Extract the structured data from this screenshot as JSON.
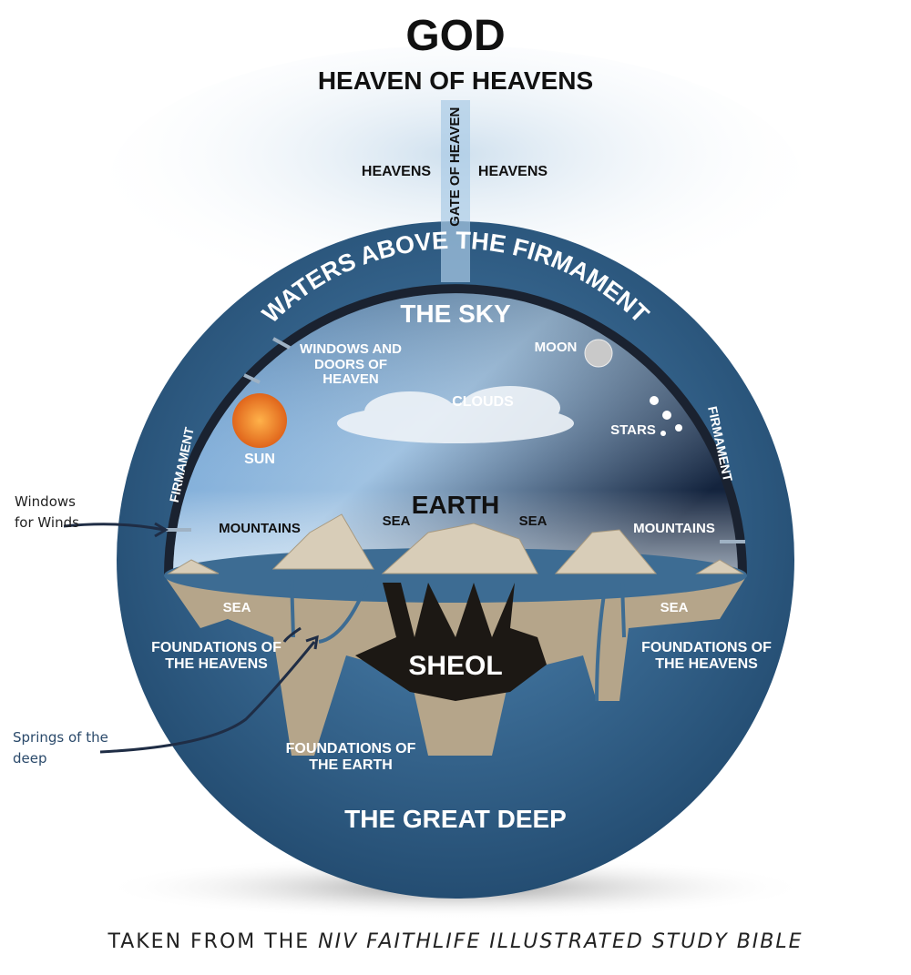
{
  "title": "GOD",
  "subtitle": "HEAVEN OF HEAVENS",
  "heavens_left": "HEAVENS",
  "heavens_right": "HEAVENS",
  "gate": "GATE OF HEAVEN",
  "waters_above": "WATERS ABOVE THE FIRMAMENT",
  "sky": "THE SKY",
  "windows_doors": "WINDOWS AND DOORS OF HEAVEN",
  "moon": "MOON",
  "clouds": "CLOUDS",
  "stars": "STARS",
  "firmament_left": "FIRMAMENT",
  "firmament_right": "FIRMAMENT",
  "sun": "SUN",
  "earth": "EARTH",
  "sea_left": "SEA",
  "sea_right": "SEA",
  "mountains_left": "MOUNTAINS",
  "mountains_right": "MOUNTAINS",
  "sea_outer_left": "SEA",
  "sea_outer_right": "SEA",
  "foundations_heavens_left": "FOUNDATIONS OF THE HEAVENS",
  "foundations_heavens_right": "FOUNDATIONS OF THE HEAVENS",
  "sheol": "SHEOL",
  "foundations_earth": "FOUNDATIONS OF THE EARTH",
  "great_deep": "THE GREAT DEEP",
  "annotation_windows": "Windows for Winds",
  "annotation_springs": "Springs of the deep",
  "caption_prefix": "TAKEN FROM THE",
  "caption_source": "NIV FAITHLIFE ILLUSTRATED STUDY BIBLE",
  "colors": {
    "deep": "#2f5f86",
    "sky_top": "#1d3a5c",
    "earth": "#b5a58a",
    "annotation": "#2b4a6b"
  }
}
